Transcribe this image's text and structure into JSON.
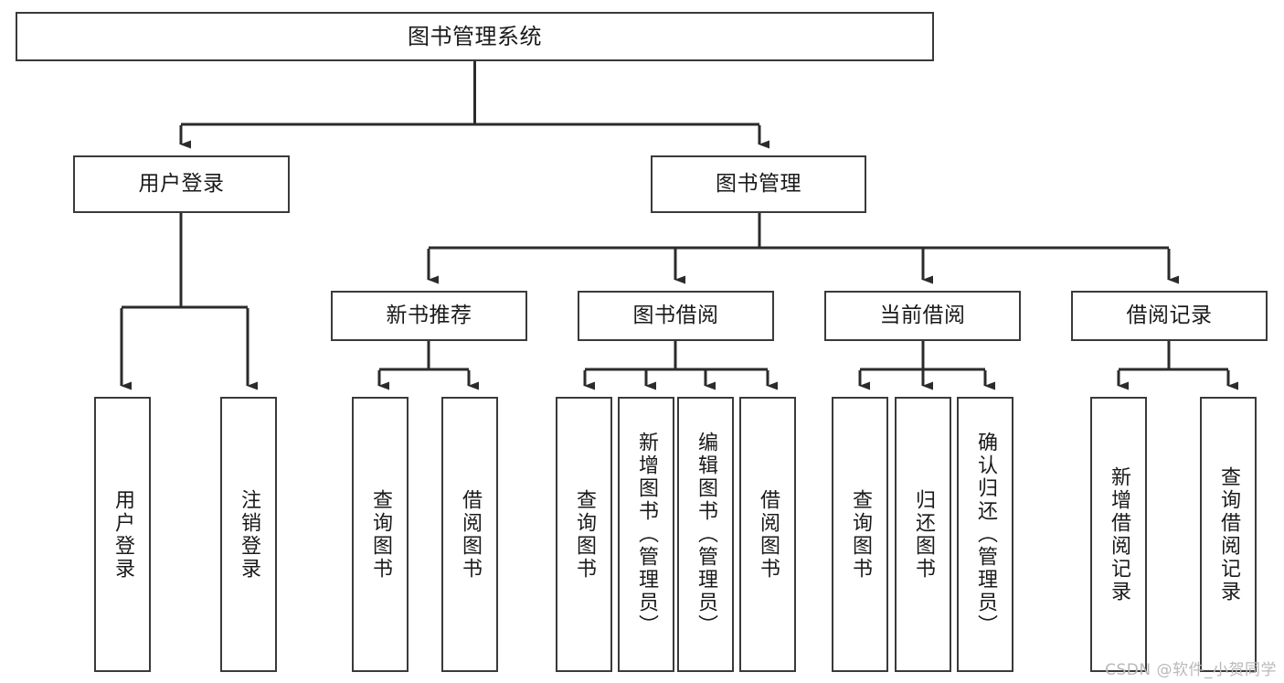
{
  "diagram": {
    "type": "tree",
    "title": "图书管理系统",
    "orientation": "top-down",
    "colors": {
      "box_border": "#3a3a3a",
      "box_fill": "#ffffff",
      "connector": "#2b2b2b",
      "text": "#1a1a1a",
      "watermark": "#b9b9b9"
    },
    "root": {
      "label": "图书管理系统"
    },
    "level2": [
      {
        "label": "用户登录"
      },
      {
        "label": "图书管理"
      }
    ],
    "level3": [
      {
        "label": "新书推荐"
      },
      {
        "label": "图书借阅"
      },
      {
        "label": "当前借阅"
      },
      {
        "label": "借阅记录"
      }
    ],
    "leaves": {
      "user_login": [
        {
          "label": "用户登录"
        },
        {
          "label": "注销登录"
        }
      ],
      "new_book_recommend": [
        {
          "label": "查询图书"
        },
        {
          "label": "借阅图书"
        }
      ],
      "book_borrow": [
        {
          "label": "查询图书"
        },
        {
          "label": "新增图书（管理员）"
        },
        {
          "label": "编辑图书（管理员）"
        },
        {
          "label": "借阅图书"
        }
      ],
      "current_borrow": [
        {
          "label": "查询图书"
        },
        {
          "label": "归还图书"
        },
        {
          "label": "确认归还（管理员）"
        }
      ],
      "borrow_record": [
        {
          "label": "新增借阅记录"
        },
        {
          "label": "查询借阅记录"
        }
      ]
    }
  },
  "watermark": {
    "text": "CSDN @软件_小贺同学"
  }
}
